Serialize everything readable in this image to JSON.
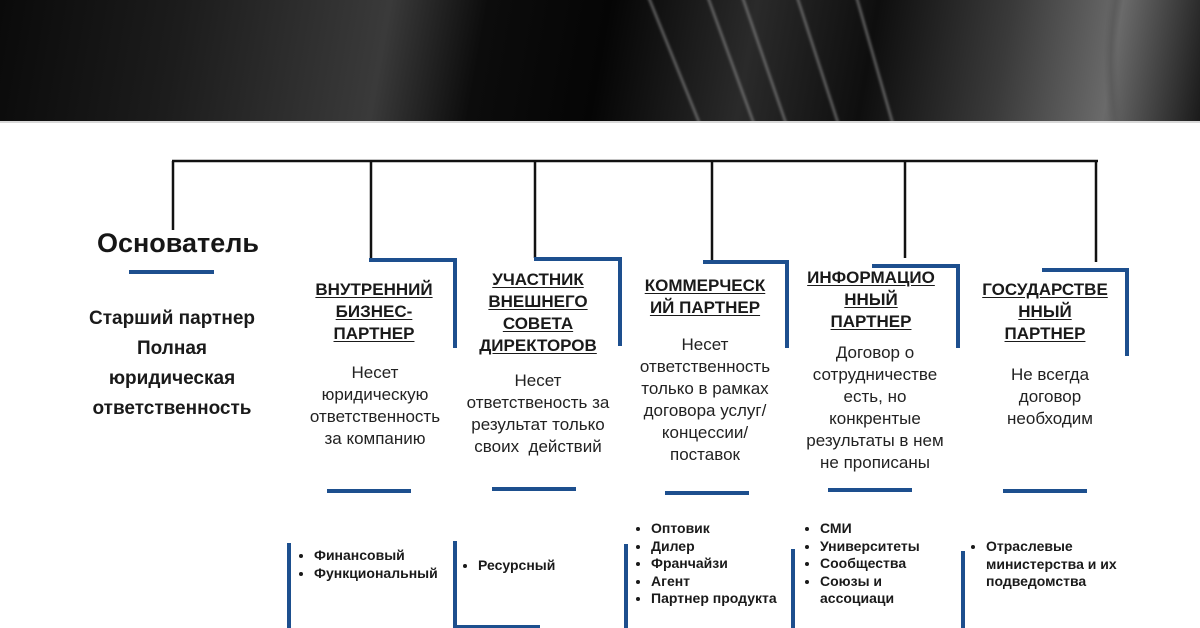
{
  "banner": {
    "description": "dark abstract silk background",
    "colors": {
      "dark": "#0a0a0a",
      "highlight": "#6a6a6a"
    }
  },
  "colors": {
    "accent_blue": "#1d4f8e",
    "connector_black": "#111111",
    "text": "#1a1a1a"
  },
  "founder": {
    "title": "Основатель",
    "description_lines": [
      "Старший партнер",
      "Полная",
      "юридическая",
      "ответственность"
    ]
  },
  "partners": [
    {
      "title_lines": [
        "ВНУТРЕННИЙ",
        "БИЗНЕС-",
        "ПАРТНЕР"
      ],
      "description_lines": [
        "Несет",
        "юридическую",
        "ответственность",
        "за компанию"
      ],
      "types": [
        "Финансовый",
        "Функциональный"
      ]
    },
    {
      "title_lines": [
        "УЧАСТНИК",
        "ВНЕШНЕГО",
        "СОВЕТА",
        "ДИРЕКТОРОВ"
      ],
      "description_lines": [
        "Несет",
        "ответственость за",
        "результат только",
        "своих  действий"
      ],
      "types": [
        "Ресурсный"
      ]
    },
    {
      "title_lines": [
        "КОММЕРЧЕСК",
        "ИЙ ПАРТНЕР"
      ],
      "description_lines": [
        "Несет",
        "ответственность",
        "только в рамках",
        "договора услуг/",
        "концессии/",
        "поставок"
      ],
      "types": [
        "Оптовик",
        "Дилер",
        "Франчайзи",
        "Агент",
        "Партнер продукта"
      ]
    },
    {
      "title_lines": [
        "ИНФОРМАЦИО",
        "ННЫЙ",
        "ПАРТНЕР"
      ],
      "description_lines": [
        "Договор о",
        "сотрудничестве",
        "есть, но",
        "конкрентые",
        "результаты в нем",
        "не прописаны"
      ],
      "types": [
        "СМИ",
        "Университеты",
        "Сообщества",
        "Союзы и ассоциаци"
      ]
    },
    {
      "title_lines": [
        "ГОСУДАРСТВЕ",
        "ННЫЙ",
        "ПАРТНЕР"
      ],
      "description_lines": [
        "Не всегда",
        "договор",
        "необходим"
      ],
      "types": [
        "Отраслевые министерства и их подведомства"
      ]
    }
  ]
}
